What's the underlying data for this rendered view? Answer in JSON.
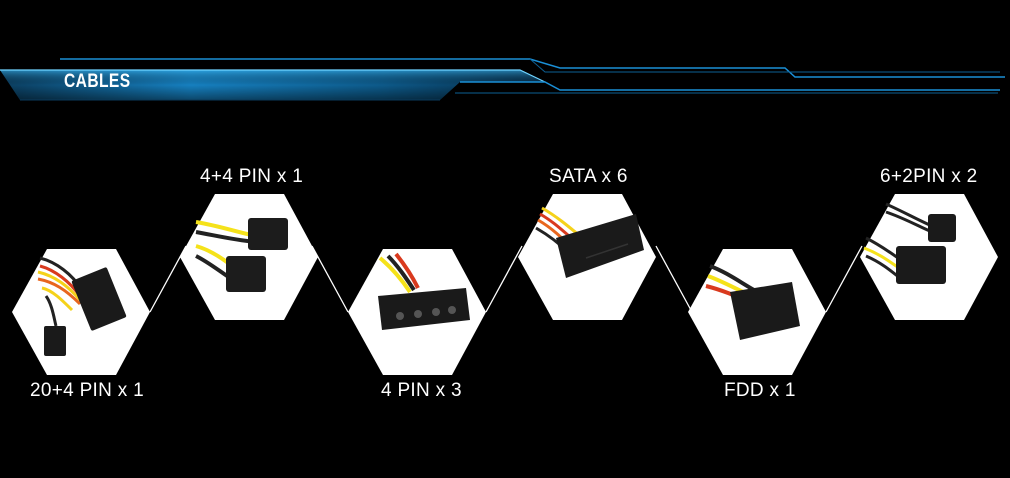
{
  "header": {
    "title": "CABLES"
  },
  "cables": [
    {
      "label": "20+4 PIN x 1",
      "icon": "atx-24pin-connector-icon"
    },
    {
      "label": "4+4 PIN x 1",
      "icon": "eps-8pin-connector-icon"
    },
    {
      "label": "4 PIN x 3",
      "icon": "molex-4pin-connector-icon"
    },
    {
      "label": "SATA x 6",
      "icon": "sata-connector-icon"
    },
    {
      "label": "FDD x 1",
      "icon": "fdd-connector-icon"
    },
    {
      "label": "6+2PIN x 2",
      "icon": "pcie-6-2pin-connector-icon"
    }
  ],
  "colors": {
    "background": "#000000",
    "accent": "#1aa3e8",
    "hexagon": "#ffffff"
  }
}
